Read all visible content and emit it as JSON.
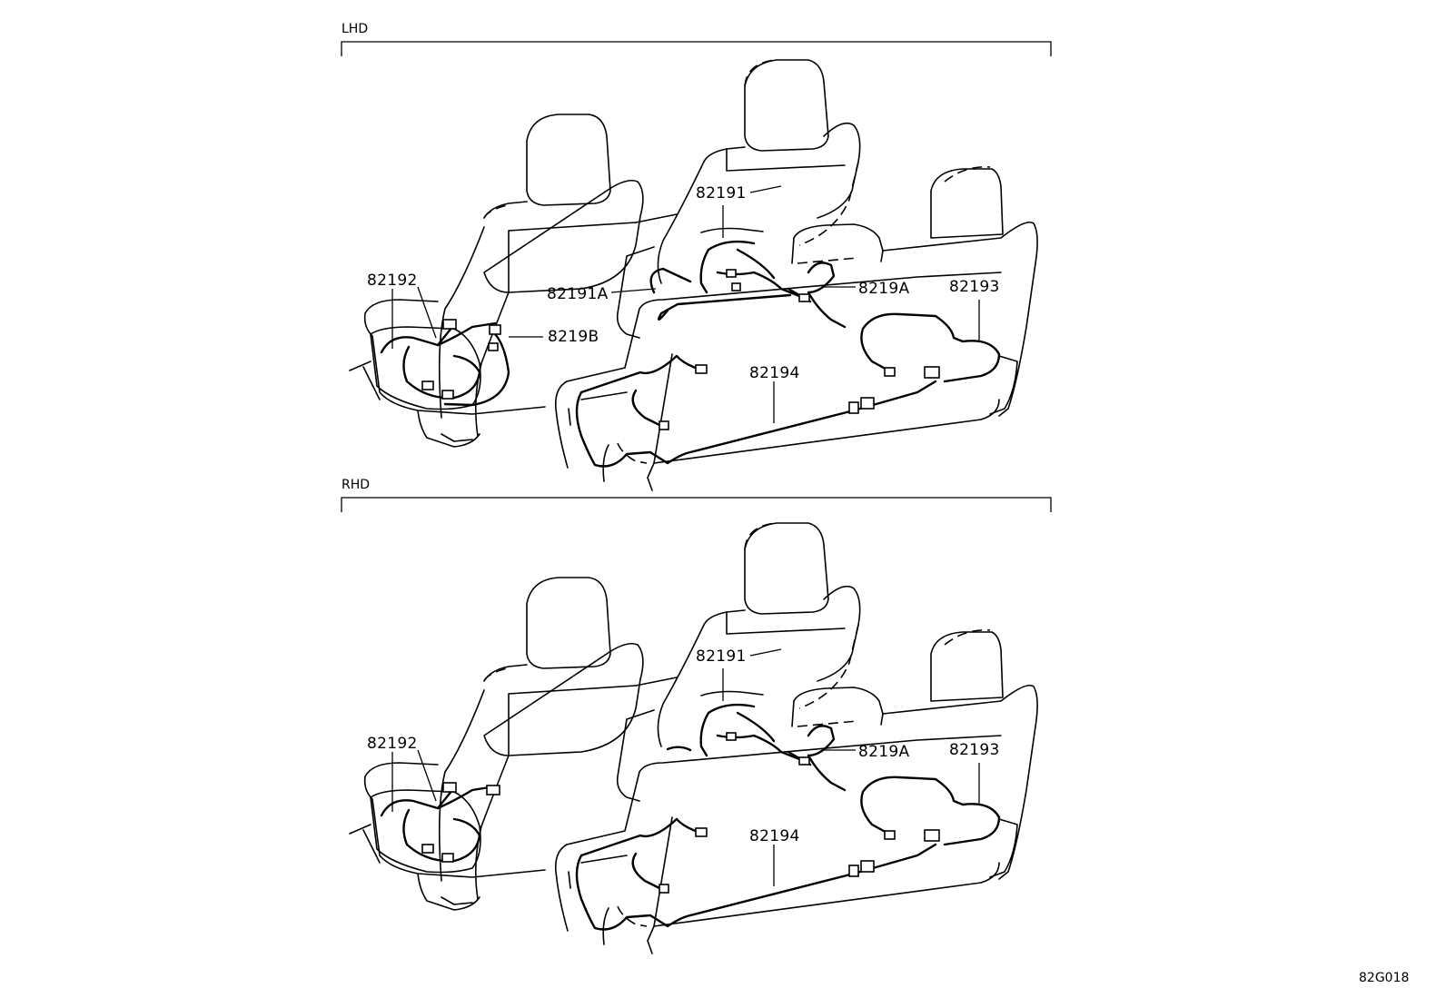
{
  "sections": [
    {
      "id": "lhd",
      "title": "LHD",
      "labels": {
        "p82191": "82191",
        "p82192": "82192",
        "p82191A": "82191A",
        "p8219B": "8219B",
        "p8219A": "8219A",
        "p82193": "82193",
        "p82194": "82194"
      }
    },
    {
      "id": "rhd",
      "title": "RHD",
      "labels": {
        "p82191": "82191",
        "p82192": "82192",
        "p8219A": "8219A",
        "p82193": "82193",
        "p82194": "82194"
      }
    }
  ],
  "diagram_code": "82G018"
}
